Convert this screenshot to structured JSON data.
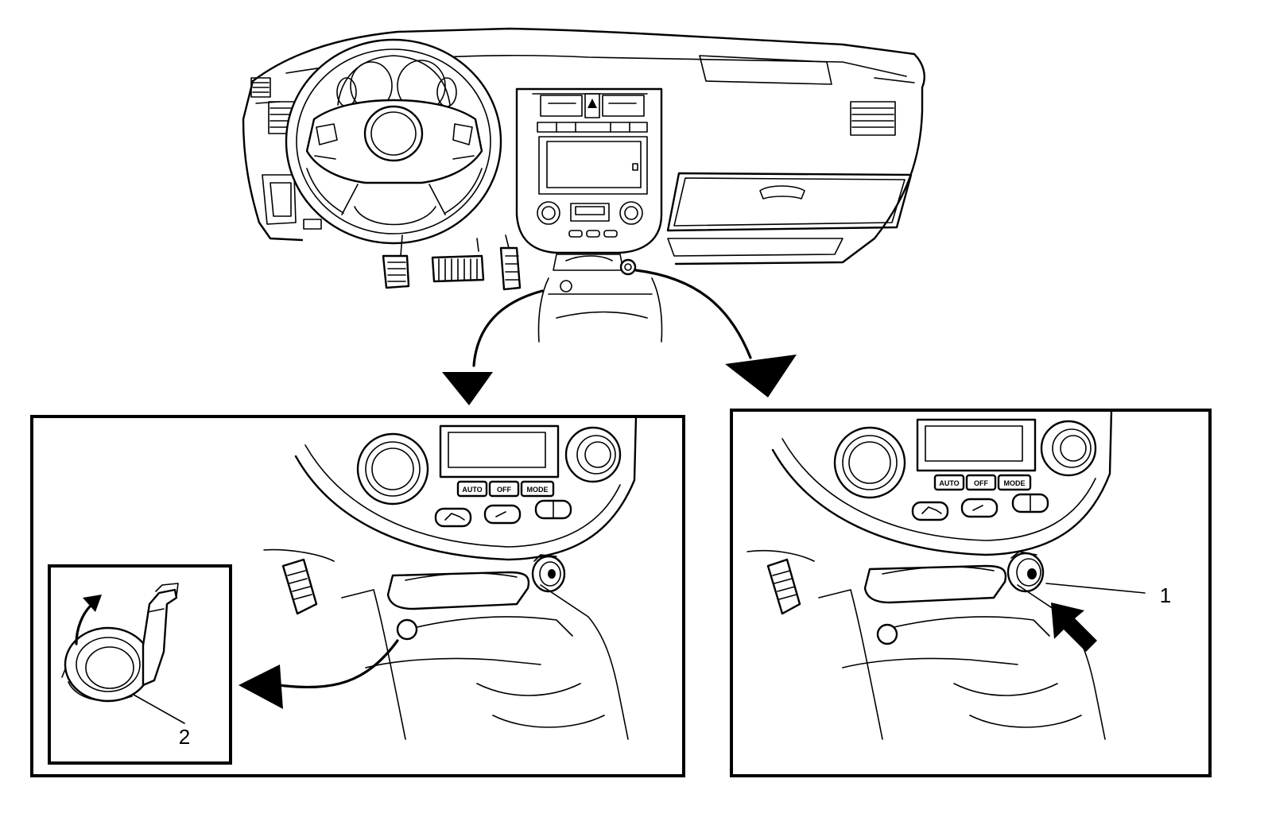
{
  "callouts": [
    {
      "label": "1"
    },
    {
      "label": "2"
    }
  ],
  "hvac_buttons": {
    "auto": "AUTO",
    "off": "OFF",
    "mode": "MODE"
  },
  "colors": {
    "line": "#000000",
    "background": "#ffffff"
  }
}
